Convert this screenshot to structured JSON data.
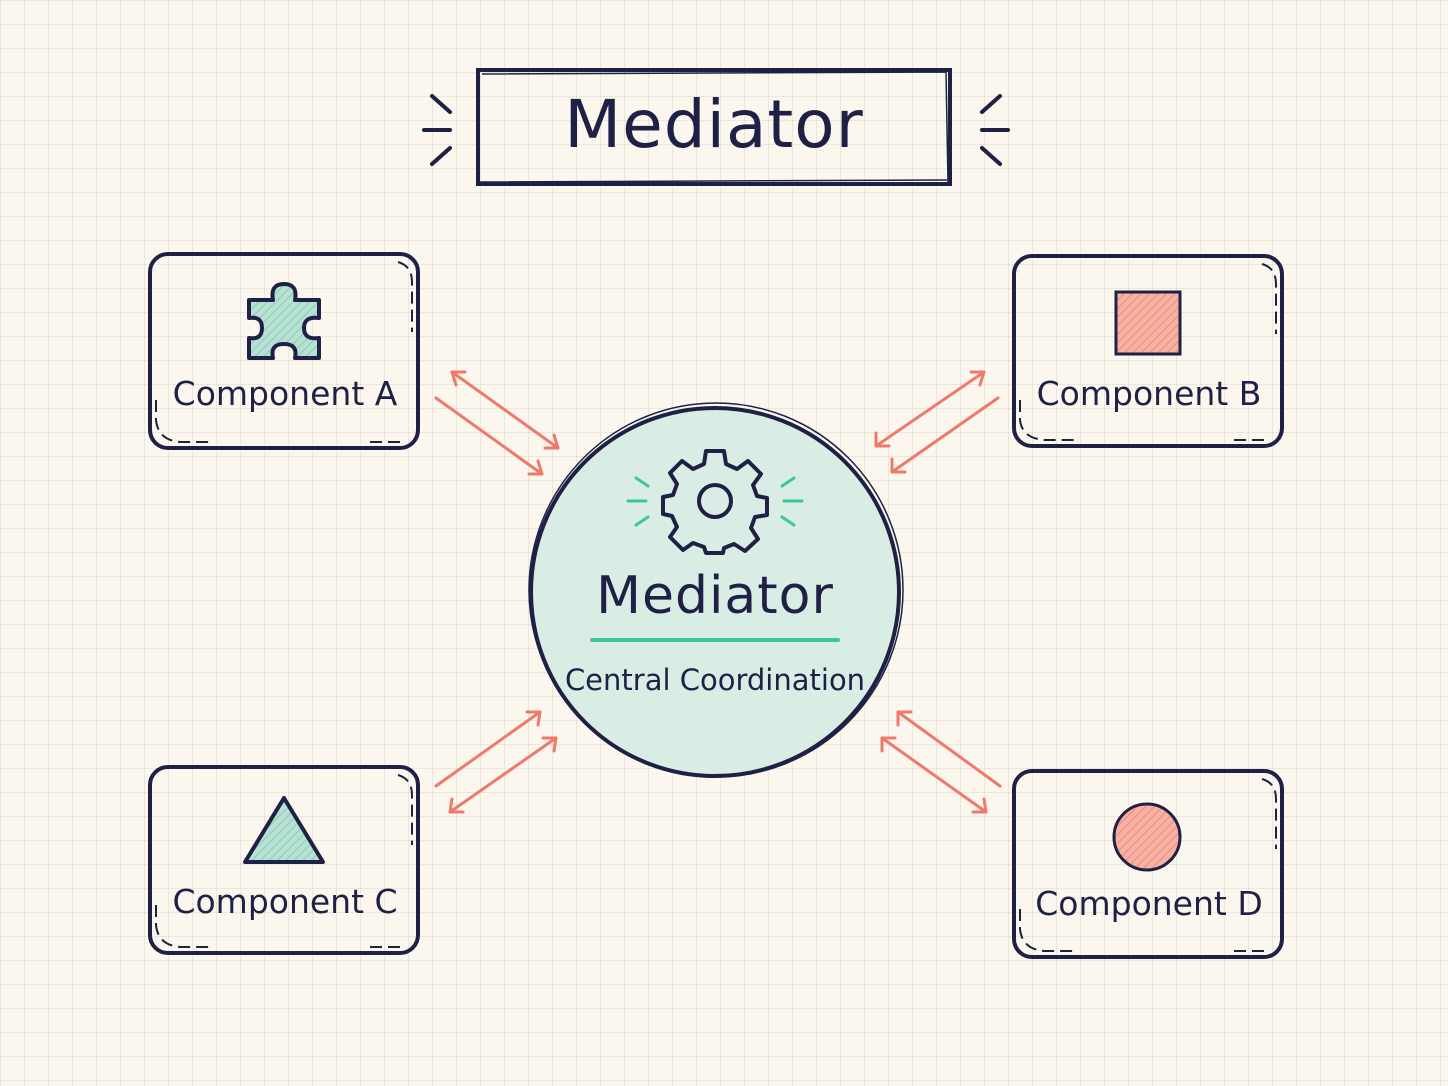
{
  "title": "Mediator",
  "mediator": {
    "label": "Mediator",
    "subtitle": "Central Coordination",
    "icon": "gear-icon"
  },
  "components": [
    {
      "label": "Component A",
      "icon": "puzzle-icon"
    },
    {
      "label": "Component B",
      "icon": "square-icon"
    },
    {
      "label": "Component C",
      "icon": "triangle-icon"
    },
    {
      "label": "Component D",
      "icon": "circle-icon"
    }
  ],
  "colors": {
    "ink": "#1e2145",
    "mediator_fill": "#d9ede4",
    "accent_teal": "#3cc79a",
    "arrow": "#f07a6a",
    "teal_icon_fill": "#b7e1d3",
    "coral_icon_fill": "#f6b1a3",
    "background": "#fbf7ee"
  }
}
